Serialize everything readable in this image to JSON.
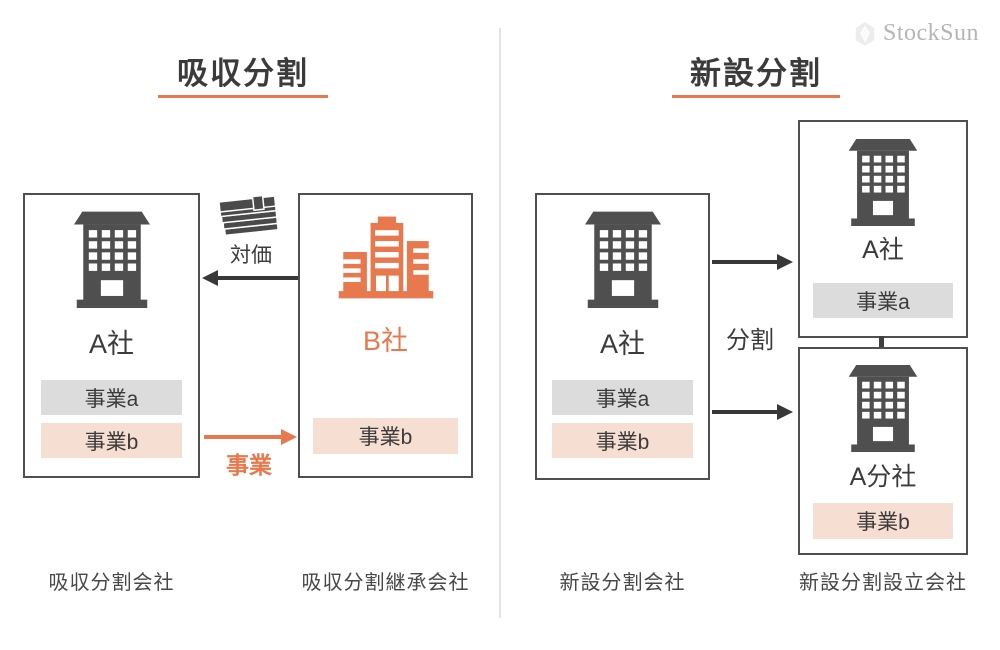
{
  "logo": {
    "text": "StockSun"
  },
  "colors": {
    "accent_orange": "#e8794e",
    "badge_gray": "#dcdcdc",
    "badge_pink": "#f7ded2",
    "dark_gray": "#3b3b3b",
    "box_border": "#4f4f4f",
    "divider_gray": "#e3e3e3",
    "logo_gray": "#b5b5b5"
  },
  "icons": {
    "building_dark": "office-building-icon",
    "buildings_orange": "city-buildings-icon",
    "money": "banknote-stack-icon",
    "logo_mark": "hexagon-gem-icon"
  },
  "left": {
    "title": "吸収分割",
    "company_a": {
      "name": "A社",
      "business_a": "事業a",
      "business_b": "事業b"
    },
    "company_b": {
      "name": "B社",
      "business_b": "事業b"
    },
    "consideration_label": "対価",
    "business_label": "事業",
    "caption_company": "吸収分割会社",
    "caption_successor": "吸収分割継承会社"
  },
  "right": {
    "title": "新設分割",
    "company_a": {
      "name": "A社",
      "business_a": "事業a",
      "business_b": "事業b"
    },
    "split_label": "分割",
    "new_company_top": {
      "name": "A社",
      "business": "事業a"
    },
    "new_company_bottom": {
      "name": "A分社",
      "business": "事業b"
    },
    "caption_company": "新設分割会社",
    "caption_established": "新設分割設立会社"
  }
}
